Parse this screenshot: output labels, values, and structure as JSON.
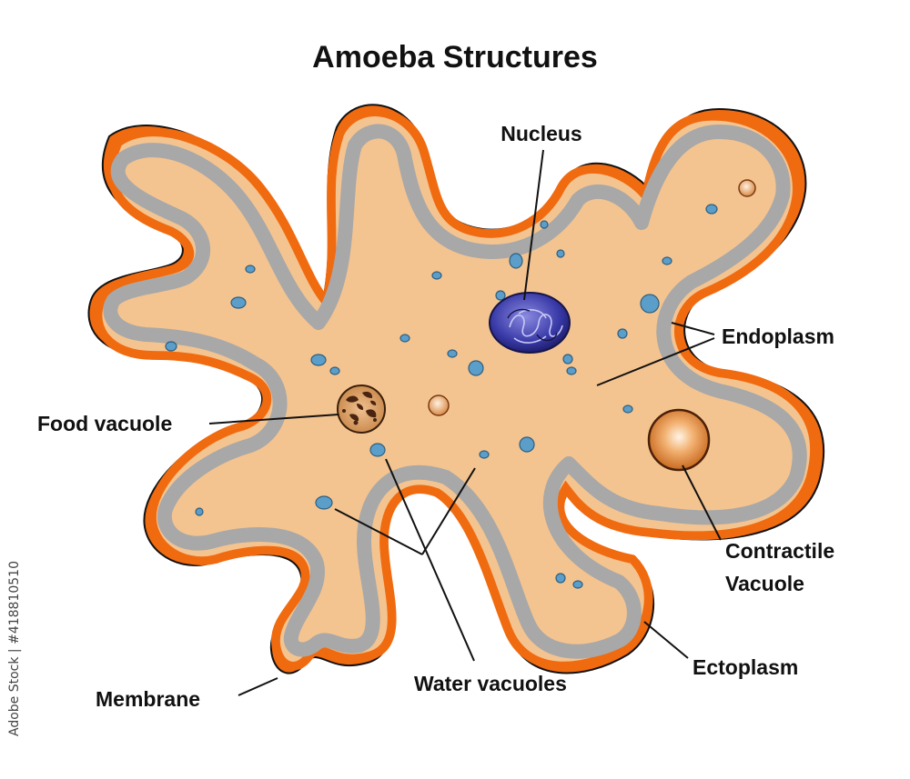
{
  "title": "Amoeba Structures",
  "labels": {
    "nucleus": "Nucleus",
    "endoplasm": "Endoplasm",
    "food_vacuole": "Food vacuole",
    "contractile_line1": "Contractile",
    "contractile_line2": "Vacuole",
    "ectoplasm": "Ectoplasm",
    "water_vacuoles": "Water vacuoles",
    "membrane": "Membrane"
  },
  "watermark": "Adobe Stock | #418810510",
  "colors": {
    "membrane": "#f06a10",
    "ectoplasm": "#f4c490",
    "endoplasm_band": "#a8a8a8",
    "water_vacuole": "#5b9ec9",
    "nucleus": "#3a3aa0",
    "food_vacuole": "#7a4a2a",
    "contractile_vacuole": "#d98a45"
  }
}
